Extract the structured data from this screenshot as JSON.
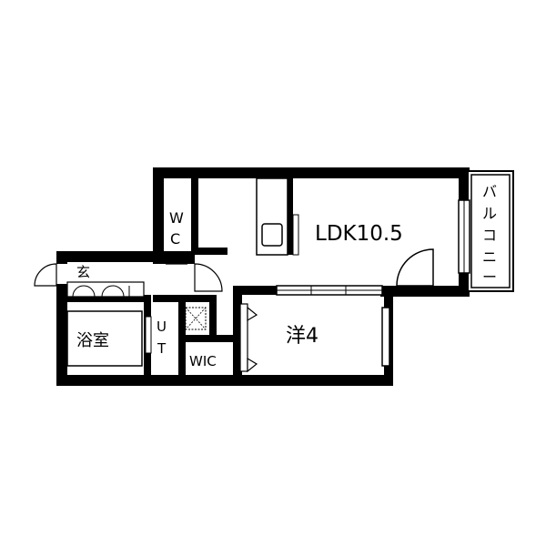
{
  "floor_plan": {
    "rooms": {
      "ldk": "LDK10.5",
      "bedroom": "洋4",
      "wc_top": "W",
      "wc_bottom": "C",
      "entrance": "玄",
      "bath": "浴室",
      "ut_top": "U",
      "ut_bottom": "T",
      "wic": "WIC",
      "balcony": [
        "バ",
        "ル",
        "コ",
        "ニ",
        "ー"
      ]
    }
  }
}
